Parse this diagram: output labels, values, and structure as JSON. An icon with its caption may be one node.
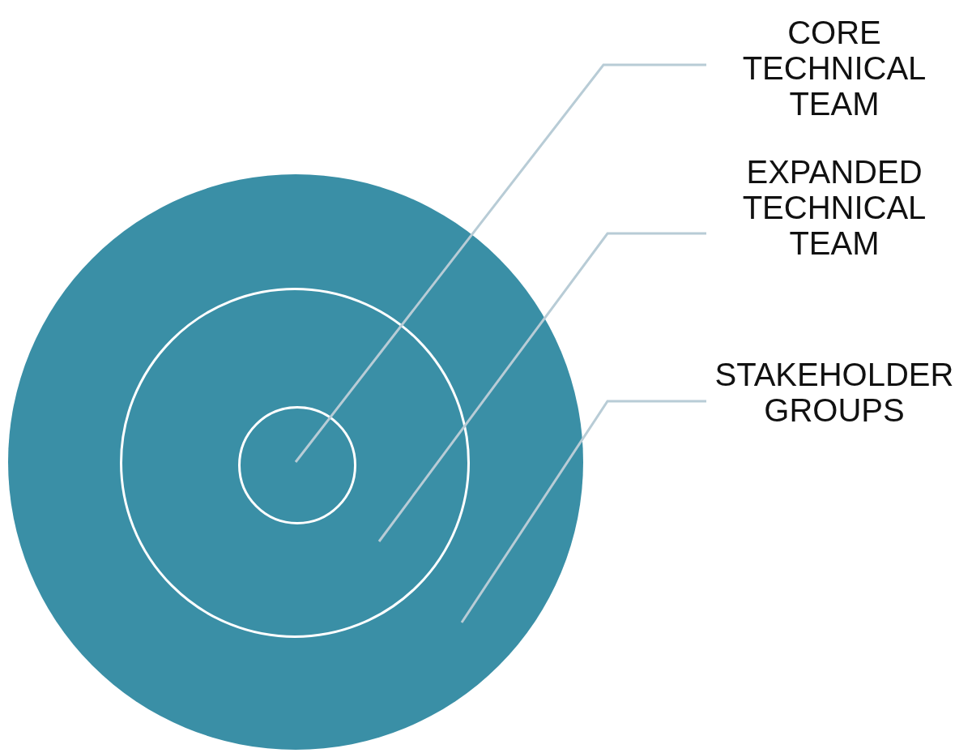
{
  "diagram": {
    "nodes": [
      {
        "text": [],
        "shape": "circle"
      },
      {
        "text": [],
        "shape": "circle",
        "in": 0
      },
      {
        "text": [],
        "shape": "circle",
        "in": 1
      },
      {
        "text": [
          "CORE TECHNICAL TEAM"
        ]
      },
      {
        "text": [
          "EXPANDED TECHNICAL TEAM"
        ]
      },
      {
        "text": [
          "STAKEHOLDER GROUPS"
        ]
      }
    ],
    "edges": [
      {
        "from": 3,
        "to": 2,
        "arrow": "none"
      },
      {
        "from": 4,
        "to": 1,
        "arrow": "none"
      },
      {
        "from": 5,
        "to": 0,
        "arrow": "none"
      }
    ]
  }
}
